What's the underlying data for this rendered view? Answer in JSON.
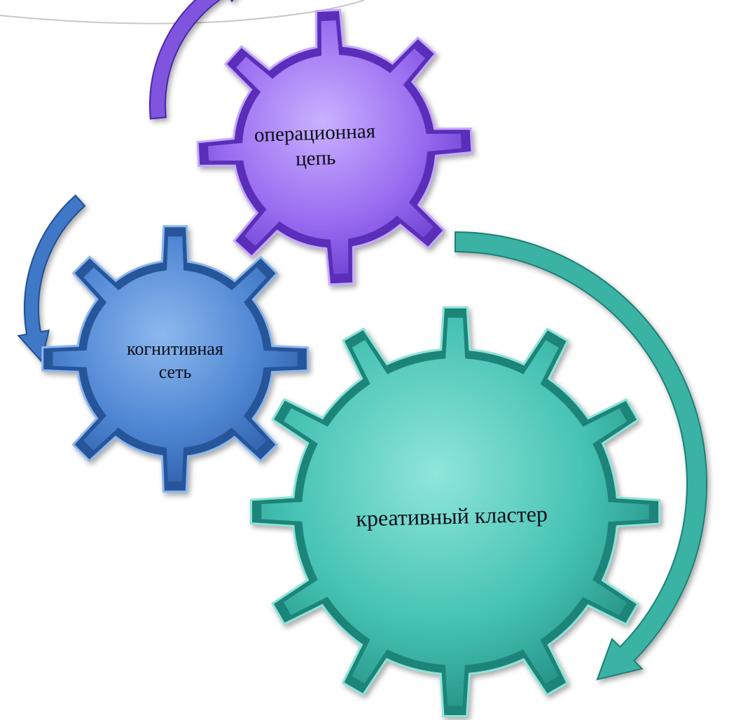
{
  "gears": {
    "operational": {
      "line1": "операционная",
      "line2": "цепь",
      "color": "#9a6cf0",
      "dark": "#5a2fb8",
      "light": "#c4a8ff"
    },
    "cognitive": {
      "line1": "когнитивная",
      "line2": "сеть",
      "color": "#4f86d3",
      "dark": "#27559a",
      "light": "#8ab6ee"
    },
    "creative": {
      "line1": "креативный кластер",
      "color": "#45c2b3",
      "dark": "#1f8479",
      "light": "#8de3d8"
    }
  },
  "arrows": {
    "purple": {
      "color": "#7f55df"
    },
    "blue": {
      "color": "#3f78c8"
    },
    "teal": {
      "color": "#3bb3a4"
    }
  }
}
